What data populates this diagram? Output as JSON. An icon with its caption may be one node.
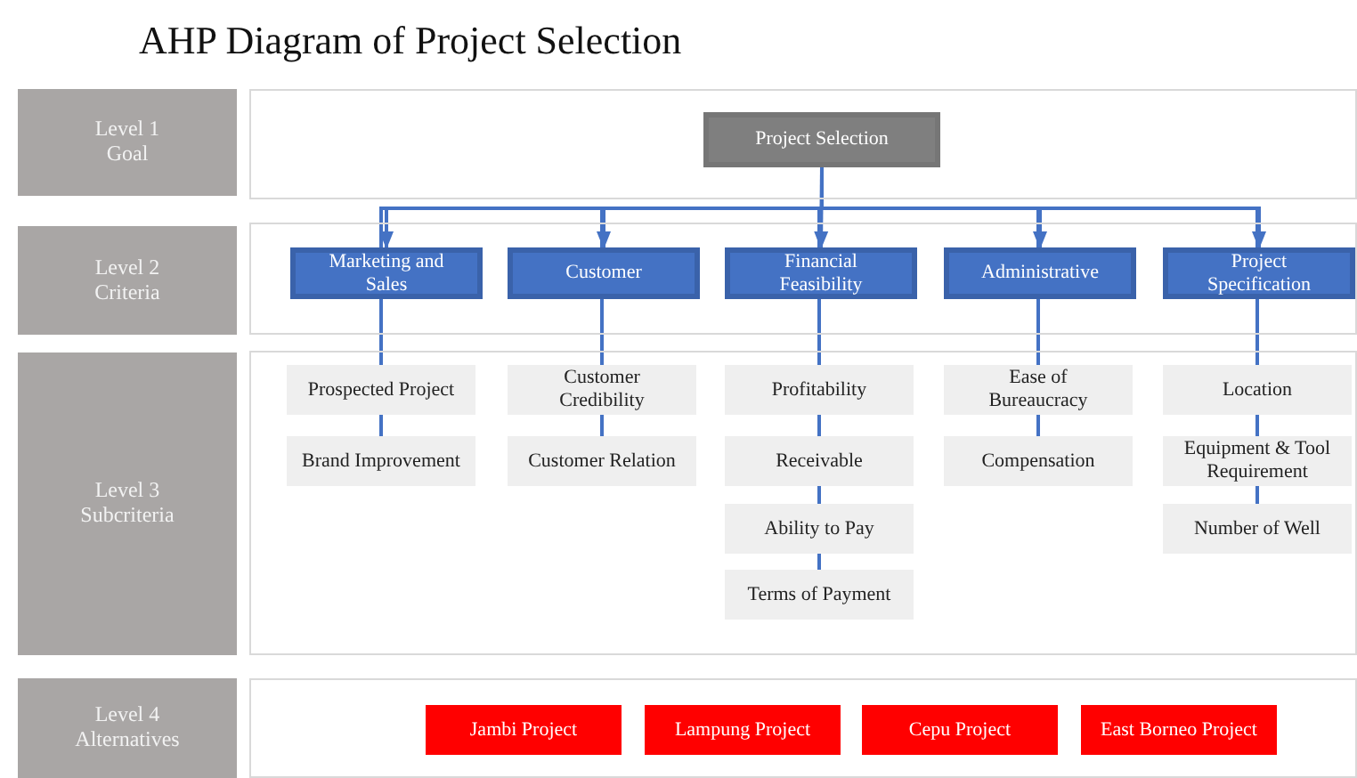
{
  "diagram": {
    "title": "AHP Diagram of Project Selection",
    "nodes": [
      {
        "text": [
          "Level 1 Goal"
        ]
      },
      {
        "text": [],
        "shape": "box"
      },
      {
        "text": [
          "Project Selection"
        ],
        "in": 1
      },
      {
        "text": [
          "Level 2 Criteria"
        ]
      },
      {
        "text": [],
        "shape": "box"
      },
      {
        "text": [
          "Marketing and Sales"
        ],
        "in": 4
      },
      {
        "text": [
          "Customer"
        ],
        "in": 4
      },
      {
        "text": [
          "Financial Feasibility"
        ],
        "in": 4
      },
      {
        "text": [
          "Administrative"
        ],
        "in": 4
      },
      {
        "text": [
          "Project Specification"
        ],
        "in": 4
      },
      {
        "text": [
          "Level 3 Subcriteria"
        ]
      },
      {
        "text": [],
        "shape": "box"
      },
      {
        "text": [
          "Prospected Project"
        ],
        "in": 11
      },
      {
        "text": [
          "Brand Improvement"
        ],
        "in": 11
      },
      {
        "text": [
          "Customer Credibility"
        ],
        "in": 11
      },
      {
        "text": [
          "Customer Relation"
        ],
        "in": 11
      },
      {
        "text": [
          "Profitability"
        ],
        "in": 11
      },
      {
        "text": [
          "Receivable"
        ],
        "in": 11
      },
      {
        "text": [
          "Ability to Pay"
        ],
        "in": 11
      },
      {
        "text": [
          "Terms of Payment"
        ],
        "in": 11
      },
      {
        "text": [
          "Ease of Bureaucracy"
        ],
        "in": 11
      },
      {
        "text": [
          "Compensation"
        ],
        "in": 11
      },
      {
        "text": [
          "Location"
        ],
        "in": 11
      },
      {
        "text": [
          "Equipment & Tool Requirement"
        ],
        "in": 11
      },
      {
        "text": [
          "Number of Well"
        ],
        "in": 11
      },
      {
        "text": [
          "Level 4 Alternatives"
        ]
      },
      {
        "text": [],
        "shape": "box"
      },
      {
        "text": [
          "Jambi Project"
        ],
        "in": 26
      },
      {
        "text": [
          "Lampung Project"
        ],
        "in": 26
      },
      {
        "text": [
          "Cepu Project"
        ],
        "in": 26
      },
      {
        "text": [
          "East Borneo Project"
        ],
        "in": 26
      }
    ],
    "edges": [
      {
        "from": 2,
        "to": 5,
        "arrow": "to"
      },
      {
        "from": 2,
        "to": 6,
        "arrow": "to"
      },
      {
        "from": 2,
        "to": 7,
        "arrow": "to"
      },
      {
        "from": 2,
        "to": 8,
        "arrow": "to"
      },
      {
        "from": 2,
        "to": 9,
        "arrow": "to"
      },
      {
        "from": 5,
        "to": 12,
        "arrow": "none"
      },
      {
        "from": 12,
        "to": 13,
        "arrow": "none"
      },
      {
        "from": 6,
        "to": 14,
        "arrow": "none"
      },
      {
        "from": 14,
        "to": 15,
        "arrow": "none"
      },
      {
        "from": 7,
        "to": 16,
        "arrow": "none"
      },
      {
        "from": 16,
        "to": 17,
        "arrow": "none"
      },
      {
        "from": 17,
        "to": 18,
        "arrow": "none"
      },
      {
        "from": 18,
        "to": 19,
        "arrow": "none"
      },
      {
        "from": 8,
        "to": 20,
        "arrow": "none"
      },
      {
        "from": 20,
        "to": 21,
        "arrow": "none"
      },
      {
        "from": 9,
        "to": 22,
        "arrow": "none"
      },
      {
        "from": 22,
        "to": 23,
        "arrow": "none"
      },
      {
        "from": 23,
        "to": 24,
        "arrow": "none"
      }
    ]
  }
}
